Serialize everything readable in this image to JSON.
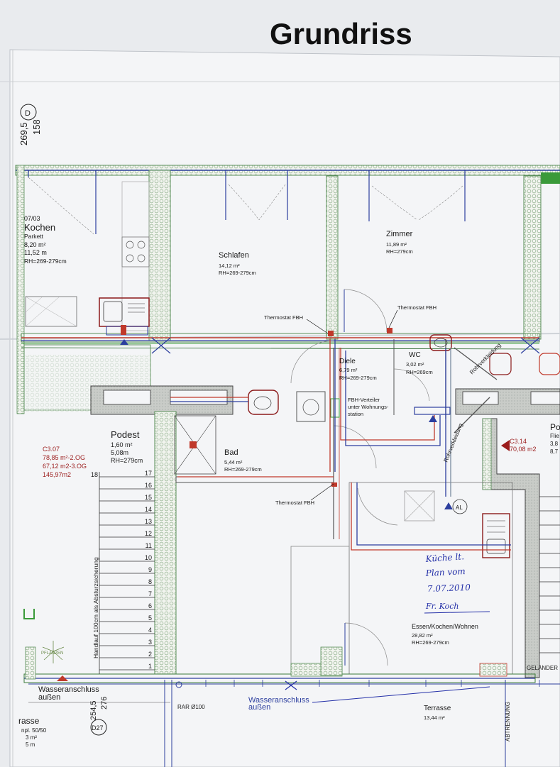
{
  "sheet": {
    "title": "Grundriss",
    "corner_top_a": "269,5",
    "corner_top_b": "158",
    "corner_top_mark": "D",
    "corner_bottom_a": "254,5",
    "corner_bottom_b": "276",
    "corner_bottom_mark": "D27"
  },
  "rooms": {
    "kochen": {
      "code": "07/03",
      "name": "Kochen",
      "floor": "Parkett",
      "area": "8,20 m²",
      "perimeter": "11,52 m",
      "height": "RH=269-279cm"
    },
    "schlafen": {
      "name": "Schlafen",
      "area": "14,12 m²",
      "height": "RH=269-279cm"
    },
    "zimmer": {
      "name": "Zimmer",
      "area": "11,89 m²",
      "height": "RH=279cm"
    },
    "diele": {
      "name": "Diele",
      "area": "6,79 m²",
      "height": "RH=269-279cm"
    },
    "wc": {
      "name": "WC",
      "area": "3,02 m²",
      "height": "RH=269cm"
    },
    "podest": {
      "name": "Podest",
      "area": "1,60 m²",
      "perimeter": "5,08m",
      "height": "RH=279cm"
    },
    "bad": {
      "name": "Bad",
      "area": "5,44 m²",
      "height": "RH=269-279cm"
    },
    "essen": {
      "name": "Essen/Kochen/Wohnen",
      "area": "28,82 m²",
      "height": "RH=269-279cm"
    },
    "terrasse": {
      "name": "Terrasse",
      "area": "13,44 m²"
    },
    "terrasse_left": {
      "name": "rasse",
      "line1": "npl. 50/50",
      "line2": "3 m²",
      "line3": "5 m"
    },
    "right_partial": {
      "name": "Po",
      "line1": "Flie",
      "line2": "3,8",
      "line3": "8,7"
    }
  },
  "units": {
    "c307": {
      "code": "C3.07",
      "line1": "78,85 m²-2.OG",
      "line2": "67,12 m2-3.OG",
      "line3": "145,97m2"
    },
    "c314": {
      "code": "C3.14",
      "area": "70,08 m2"
    }
  },
  "annotations": {
    "thermostat_1": "Thermostat FBH",
    "thermostat_2": "Thermostat FBH",
    "thermostat_3": "Thermostat FBH",
    "fbh_verteiler_1": "FBH-Verteiler",
    "fbh_verteiler_2": "unter Wohnungs-",
    "fbh_verteiler_3": "station",
    "rohrverkleidung_1": "Rohrverkleidung",
    "rohrverkleidung_2": "Rohrverkleidung",
    "handlauf": "Handlauf 100cm als Absturzsicherung",
    "wasser_1a": "Wasseranschluss",
    "wasser_1b": "außen",
    "wasser_2a": "Wasseranschluss",
    "wasser_2b": "außen",
    "rar": "RAR Ø100",
    "abtrennung": "ABTRENNUNG",
    "gelaender": "GELÄNDER",
    "pflanzen": "PFLANZEN",
    "al": "AL",
    "stair_start": "18"
  },
  "stairs": [
    "17",
    "16",
    "15",
    "14",
    "13",
    "12",
    "11",
    "10",
    "9",
    "8",
    "7",
    "6",
    "5",
    "4",
    "3",
    "2",
    "1"
  ],
  "handwritten": {
    "line1": "Küche lt.",
    "line2": "Plan vom",
    "line3": "7.07.2010",
    "line4": "Fr. Koch"
  },
  "colors": {
    "wall_hatch": "#8ba888",
    "wall_line": "#5a8f5a",
    "pipe_red": "#c0392b",
    "pipe_blue": "#2c3e9e",
    "unit_red": "#9b1c1c",
    "handwriting": "#2430a8"
  }
}
